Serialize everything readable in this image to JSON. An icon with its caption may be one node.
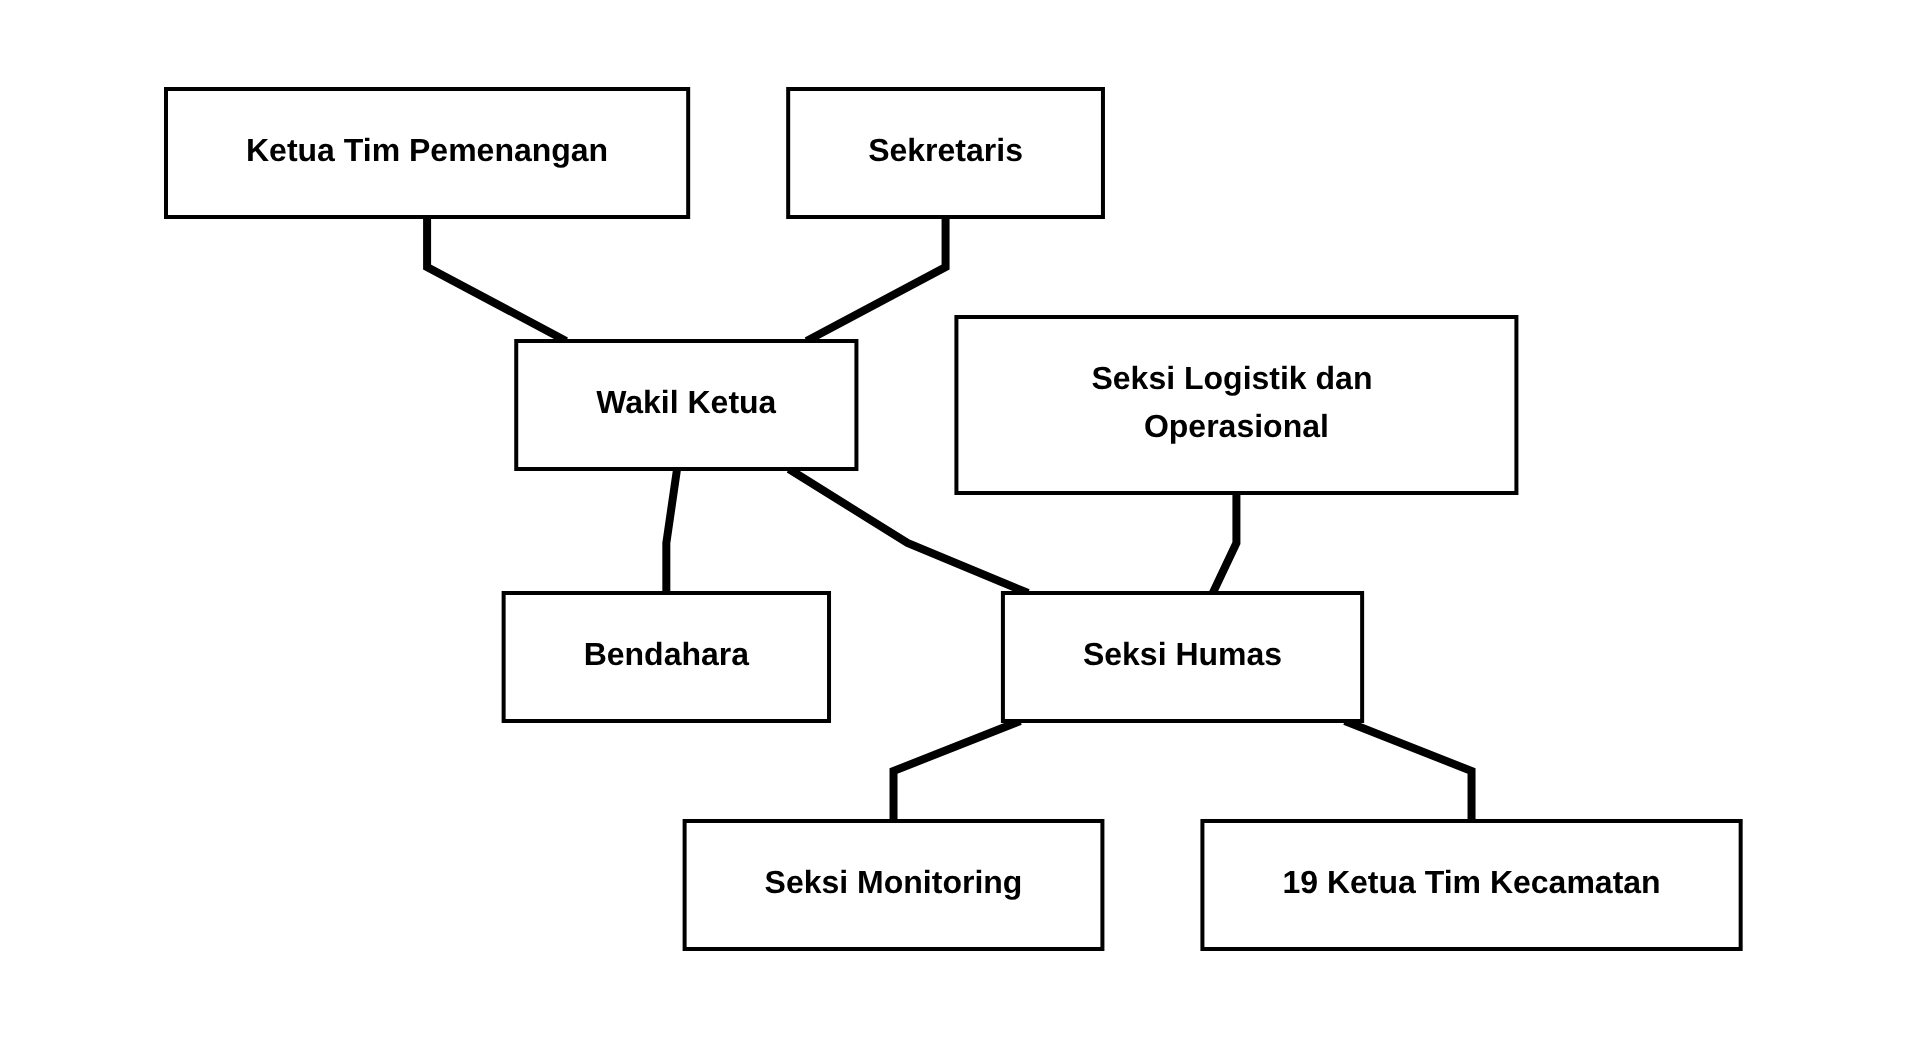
{
  "diagram": {
    "nodes": [
      {
        "text": [
          "Ketua Tim Pemenangan"
        ]
      },
      {
        "text": [
          "Sekretaris"
        ]
      },
      {
        "text": [
          "Wakil Ketua"
        ]
      },
      {
        "text": [
          "Bendahara"
        ]
      },
      {
        "text": [
          "Seksi Logistik dan Operasional"
        ]
      },
      {
        "text": [
          "Seksi Humas"
        ]
      },
      {
        "text": [
          "Seksi Monitoring"
        ]
      },
      {
        "text": [
          "19 Ketua Tim Kecamatan"
        ]
      }
    ],
    "edges": [
      {
        "from": 0,
        "to": 2,
        "arrow": "none"
      },
      {
        "from": 1,
        "to": 2,
        "arrow": "none"
      },
      {
        "from": 2,
        "to": 3,
        "arrow": "none"
      },
      {
        "from": 2,
        "to": 5,
        "arrow": "none"
      },
      {
        "from": 4,
        "to": 5,
        "arrow": "none"
      },
      {
        "from": 5,
        "to": 6,
        "arrow": "none"
      },
      {
        "from": 5,
        "to": 7,
        "arrow": "none"
      }
    ]
  }
}
